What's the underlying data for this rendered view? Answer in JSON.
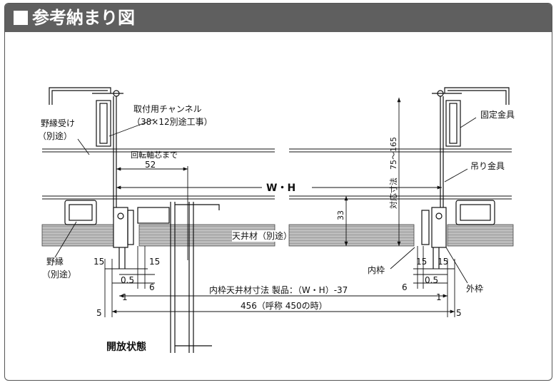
{
  "title": "参考納まり図",
  "labels": {
    "channel_line1": "取付用チャンネル",
    "channel_line2": "（38×12別途工事）",
    "nobuchi_uke_1": "野縁受け",
    "nobuchi_uke_2": "（別途）",
    "kaiten": "回転軸芯まで",
    "dim_52": "52",
    "wh": "W・H",
    "koteikanagu": "固定金具",
    "tsurikanagu": "吊り金具",
    "taiou": "対応寸法　75～165",
    "dim_33": "33",
    "tenjouzai": "天井材（別途）",
    "nobuchi_1": "野縁",
    "nobuchi_2": "（別途）",
    "uchiwaku": "内枠",
    "sotowaku": "外枠",
    "left_15a": "15",
    "left_15b": "15",
    "left_05": "0.5",
    "left_6": "6",
    "left_1": "1",
    "left_5": "5",
    "right_15a": "15",
    "right_15b": "15",
    "right_05": "0.5",
    "right_6": "6",
    "right_1": "1",
    "right_5": "5",
    "inner_dim": "内枠天井材寸法 製品：（W・H）-37",
    "outer_dim": "456（呼称 450の時）",
    "open_state": "開放状態"
  },
  "colors": {
    "title_bar": "#5f5f5f",
    "panel_hatch": "#9a9a9a",
    "line": "#111111"
  }
}
